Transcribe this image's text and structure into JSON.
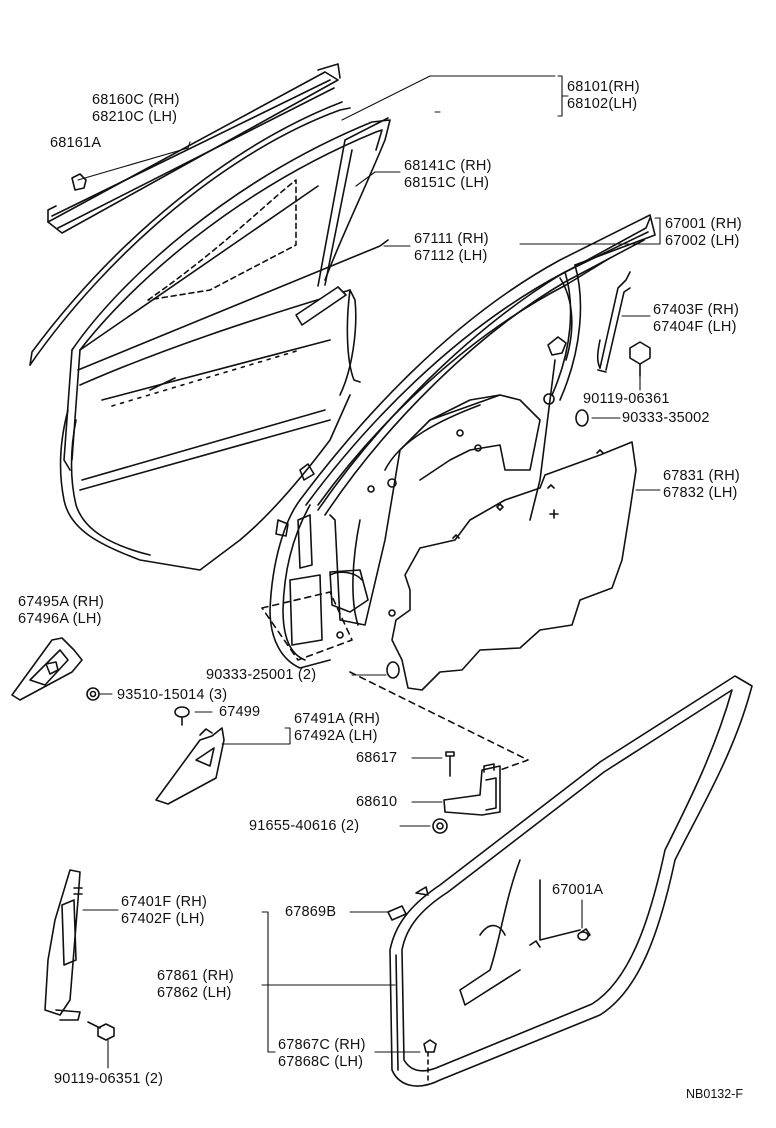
{
  "diagram": {
    "drawing_code": "NB0132-F",
    "labels": {
      "l68160": [
        "68160C (RH)",
        "68210C (LH)"
      ],
      "l68161": [
        "68161A"
      ],
      "l68101": [
        "68101(RH)",
        "68102(LH)"
      ],
      "l68141": [
        "68141C (RH)",
        "68151C (LH)"
      ],
      "l67001": [
        "67001 (RH)",
        "67002 (LH)"
      ],
      "l67111": [
        "67111 (RH)",
        "67112 (LH)"
      ],
      "l67403": [
        "67403F (RH)",
        "67404F (LH)"
      ],
      "l90119a": [
        "90119-06361"
      ],
      "l90333a": [
        "90333-35002"
      ],
      "l67831": [
        "67831 (RH)",
        "67832 (LH)"
      ],
      "l67495": [
        "67495A (RH)",
        "67496A (LH)"
      ],
      "l90333b": [
        "90333-25001 (2)"
      ],
      "l93510": [
        "93510-15014 (3)"
      ],
      "l67499": [
        "67499"
      ],
      "l67491": [
        "67491A (RH)",
        "67492A (LH)"
      ],
      "l68617": [
        "68617"
      ],
      "l68610": [
        "68610"
      ],
      "l91655": [
        "91655-40616 (2)"
      ],
      "l67401": [
        "67401F (RH)",
        "67402F (LH)"
      ],
      "l67869": [
        "67869B"
      ],
      "l67001a": [
        "67001A"
      ],
      "l67861": [
        "67861 (RH)",
        "67862 (LH)"
      ],
      "l67867": [
        "67867C (RH)",
        "67868C (LH)"
      ],
      "l90119b": [
        "90119-06351 (2)"
      ]
    }
  }
}
